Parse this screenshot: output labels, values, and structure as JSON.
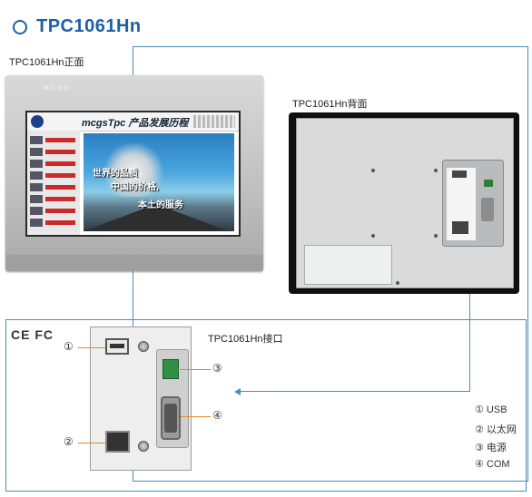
{
  "title": "TPC1061Hn",
  "front_label": "TPC1061Hn正面",
  "back_label": "TPC1061Hn背面",
  "interface_label": "TPC1061Hn接口",
  "hmi_brand": "MCGS",
  "screen": {
    "mcgs_text": "mcgsTpc 产品发展历程",
    "slogans": [
      "世界的品质",
      "中国的价格,",
      "本土的服务"
    ]
  },
  "certifications": "CE FC",
  "callouts": [
    "①",
    "②",
    "③",
    "④"
  ],
  "legend": [
    "① USB",
    "② 以太网",
    "③ 电源",
    "④ COM"
  ],
  "colors": {
    "title": "#1f5fa8",
    "frame_line": "#4b8db8",
    "callout_line": "#e08a1e"
  }
}
